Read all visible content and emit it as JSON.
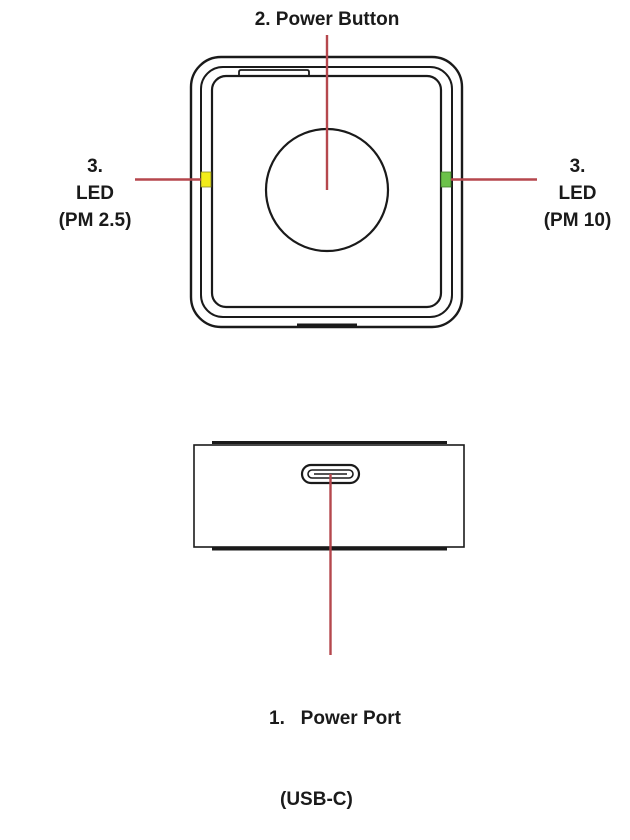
{
  "callouts": {
    "power_button": {
      "label": "2. Power Button"
    },
    "led_left": {
      "number": "3.",
      "name": "LED",
      "detail": "(PM 2.5)"
    },
    "led_right": {
      "number": "3.",
      "name": "LED",
      "detail": "(PM 10)"
    },
    "power_port": {
      "label": "1.   Power Port",
      "detail": "(USB-C)"
    }
  },
  "colors": {
    "leader_line": "#b5474d",
    "device_outline": "#1a1a1a",
    "led_pm25": "#f2ec1a",
    "led_pm10": "#6cc24a"
  },
  "icons": {
    "port": "usb-c-port-icon"
  }
}
